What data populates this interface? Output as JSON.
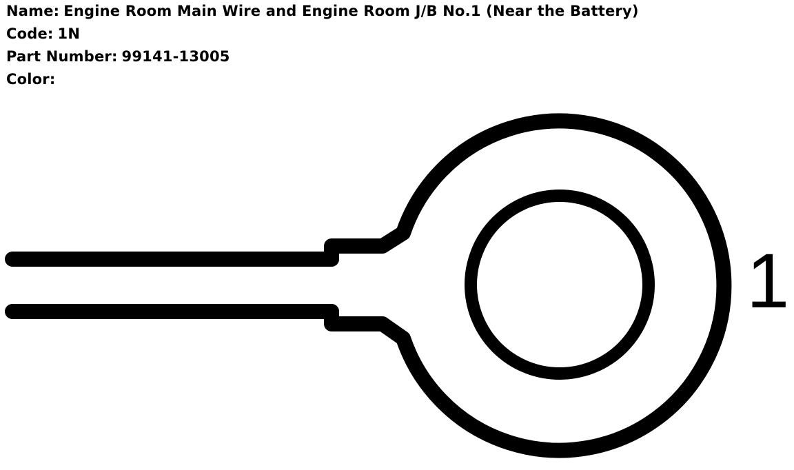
{
  "info": {
    "name_label": "Name:",
    "name_value": "Engine Room Main Wire and Engine Room J/B No.1 (Near the Battery)",
    "code_label": "Code:",
    "code_value": "1N",
    "part_label": "Part Number:",
    "part_value": "99141-13005",
    "color_label": "Color:",
    "color_value": ""
  },
  "terminal": {
    "pin_label": "1",
    "type": "ring-terminal",
    "wire_count": 2
  }
}
